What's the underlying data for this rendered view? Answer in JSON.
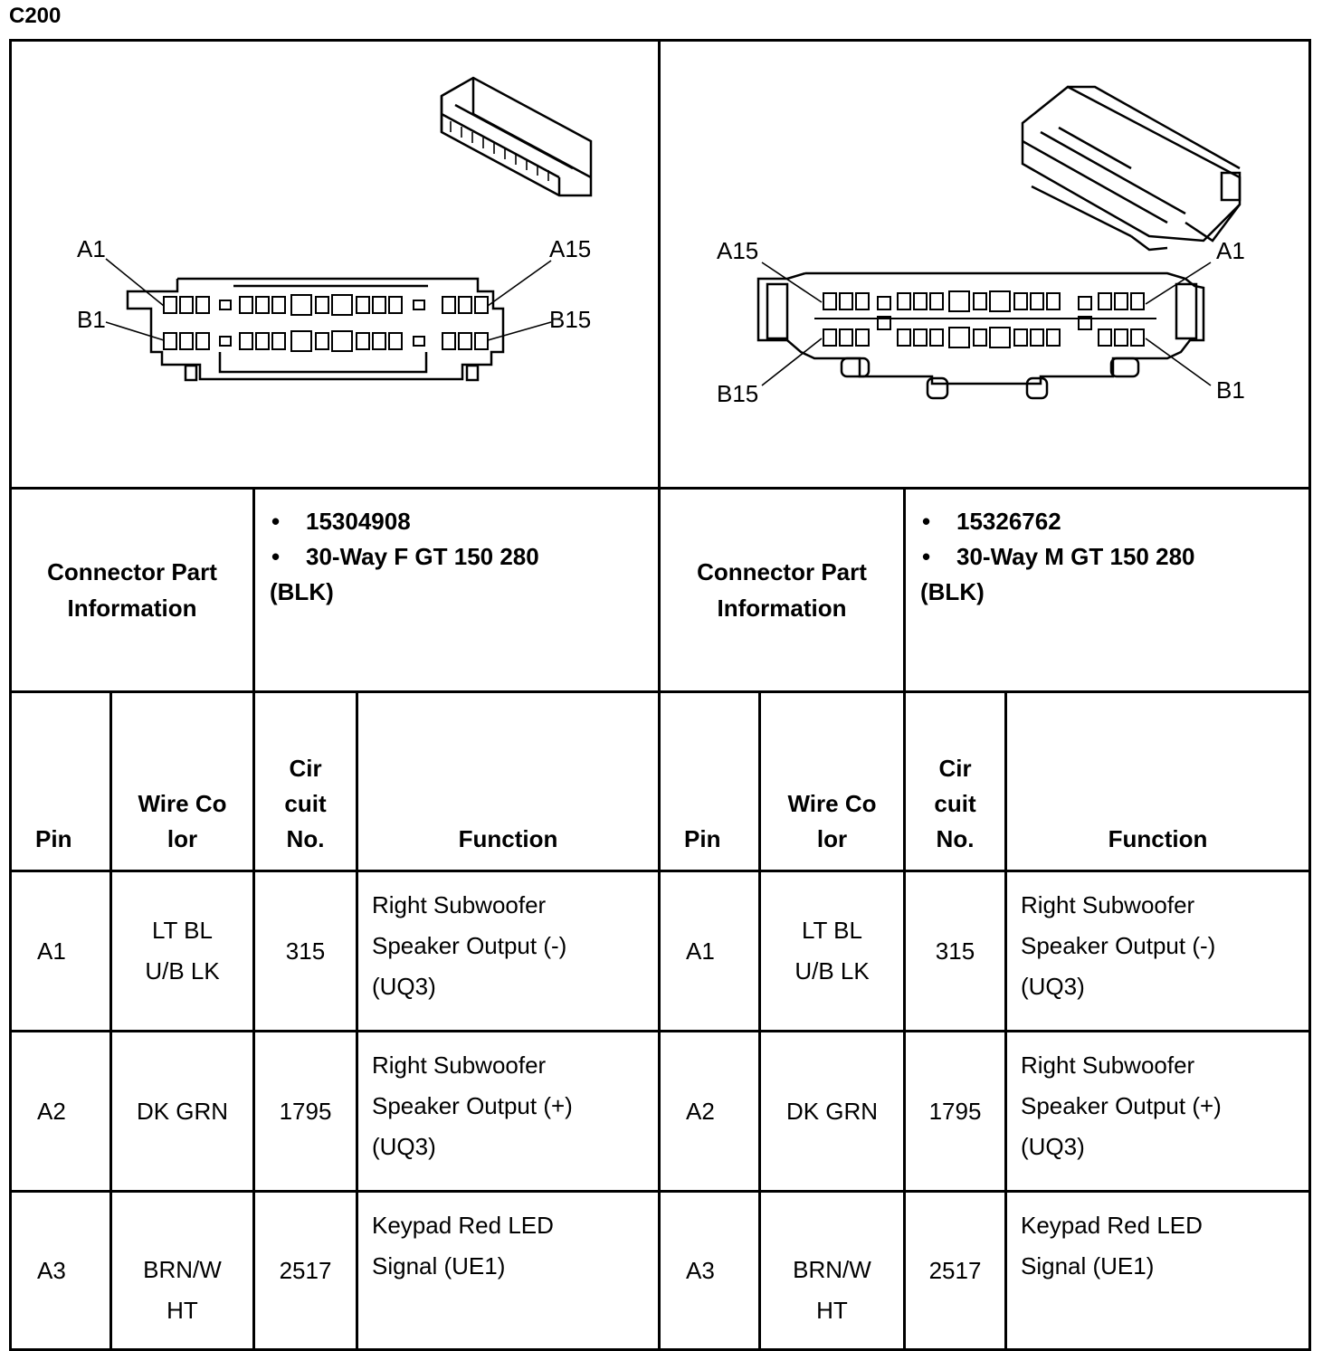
{
  "title": "C200",
  "connectors": [
    {
      "labels": {
        "a1": "A1",
        "a15": "A15",
        "b1": "B1",
        "b15": "B15"
      },
      "info_label": "Connector Part Information",
      "part_lines": [
        "15304908",
        "30-Way F GT 150 280"
      ],
      "part_color": "(BLK)"
    },
    {
      "labels": {
        "a1": "A1",
        "a15": "A15",
        "b1": "B1",
        "b15": "B15"
      },
      "info_label": "Connector Part Information",
      "part_lines": [
        "15326762",
        "30-Way M GT 150 280"
      ],
      "part_color": "(BLK)"
    }
  ],
  "table": {
    "headers": {
      "pin": "Pin",
      "wire_color": "Wire Color",
      "circuit": "Cir cuit No.",
      "function": "Function"
    },
    "rows": [
      {
        "pin": "A1",
        "wire": "LT BLU/B LK",
        "circuit": "315",
        "function": "Right Subwoofer Speaker Output (-) (UQ3)"
      },
      {
        "pin": "A2",
        "wire": "DK GRN",
        "circuit": "1795",
        "function": "Right Subwoofer Speaker Output (+) (UQ3)"
      },
      {
        "pin": "A3",
        "wire": "BRN/W HT",
        "circuit": "2517",
        "function": "Keypad Red LED Signal (UE1)"
      }
    ]
  }
}
